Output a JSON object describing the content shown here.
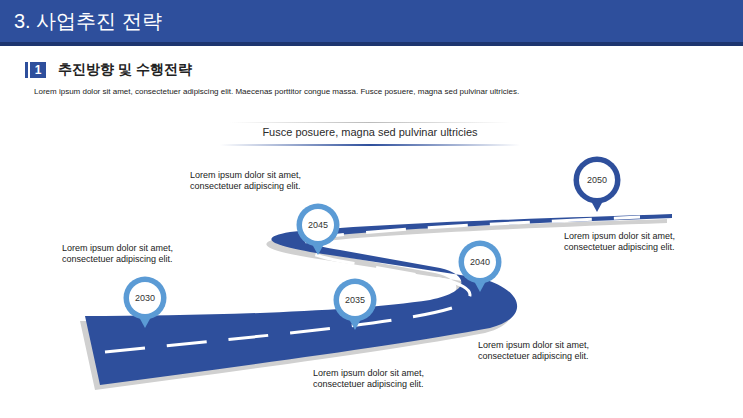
{
  "diagram": {
    "title": "3. 사업추진 전략",
    "nodes": [
      {
        "text": [
          "1"
        ]
      },
      {
        "text": [
          "2030"
        ]
      },
      {
        "text": [
          "2035"
        ]
      },
      {
        "text": [
          "2040"
        ]
      },
      {
        "text": [
          "2045"
        ]
      },
      {
        "text": [
          "2050"
        ]
      }
    ],
    "labels": [
      "추진방향 및 수행전략",
      "Lorem ipsum dolor sit amet, consectetuer adipiscing elit. Maecenas porttitor congue massa. Fusce posuere, magna sed pulvinar ultricies.",
      "Fusce posuere, magna sed pulvinar ultricies",
      "Lorem ipsum dolor sit amet, consectetuer adipiscing elit.",
      "Lorem ipsum dolor sit amet, consectetuer adipiscing elit.",
      "Lorem ipsum dolor sit amet, consectetuer adipiscing elit.",
      "Lorem ipsum dolor sit amet, consectetuer adipiscing elit.",
      "Lorem ipsum dolor sit amet, consectetuer adipiscing elit."
    ]
  }
}
